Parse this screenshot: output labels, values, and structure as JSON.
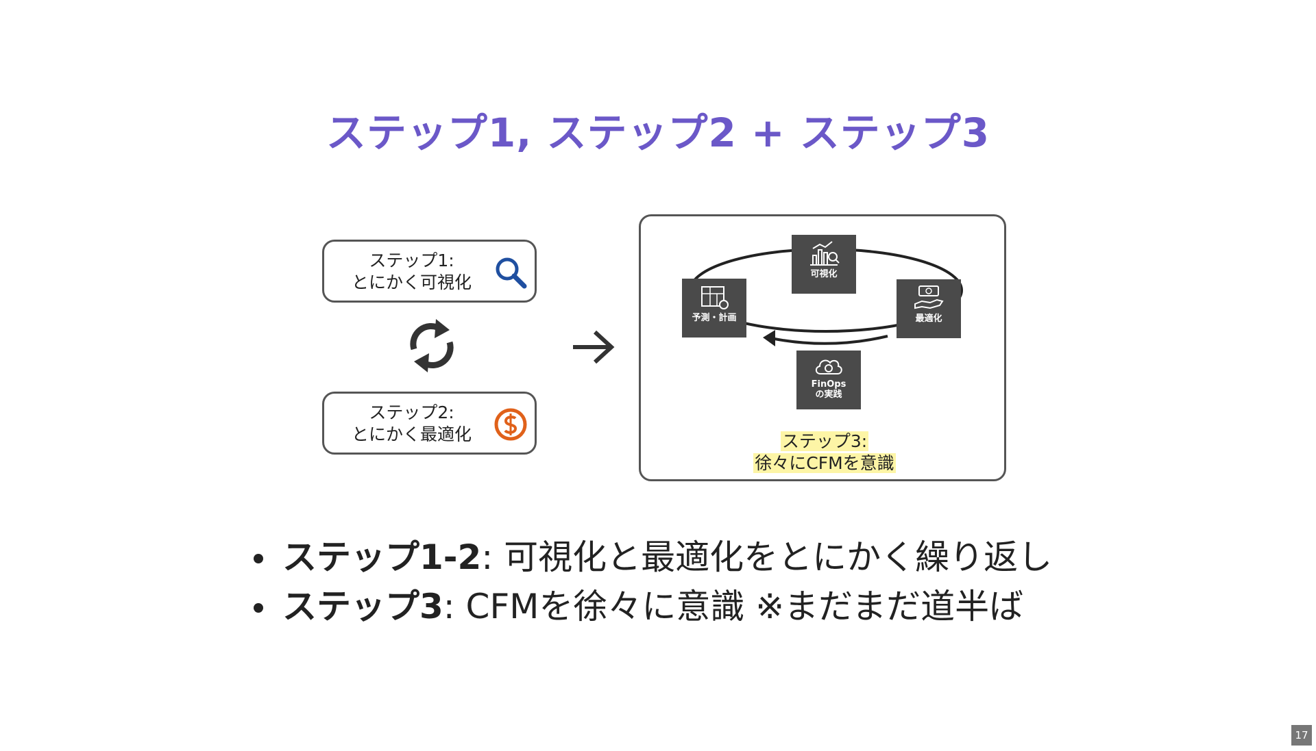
{
  "slide": {
    "title": "ステップ1, ステップ2 + ステップ3",
    "page_number": "17"
  },
  "diagram": {
    "step1": {
      "line1": "ステップ1:",
      "line2": "とにかく可視化",
      "icon": "magnifier-icon"
    },
    "step2": {
      "line1": "ステップ2:",
      "line2": "とにかく最適化",
      "icon": "dollar-coin-icon"
    },
    "loop_icon": "refresh-cycle-icon",
    "transition_icon": "arrow-right-icon",
    "cycle": {
      "visualize": "可視化",
      "forecast": "予測・計画",
      "optimize": "最適化",
      "finops_line1": "FinOps",
      "finops_line2": "の実践"
    },
    "step3": {
      "line1": "ステップ3:",
      "line2": "徐々にCFMを意識"
    }
  },
  "bullets": [
    {
      "bold": "ステップ1-2",
      "rest": ": 可視化と最適化をとにかく繰り返し"
    },
    {
      "bold": "ステップ3",
      "rest": ": CFMを徐々に意識 ※まだまだ道半ば"
    }
  ],
  "colors": {
    "title": "#6b58c8",
    "magnifier": "#1f4fa0",
    "dollar": "#e0611a",
    "tile": "#4a4a4a",
    "highlight": "#fdf5a6"
  }
}
